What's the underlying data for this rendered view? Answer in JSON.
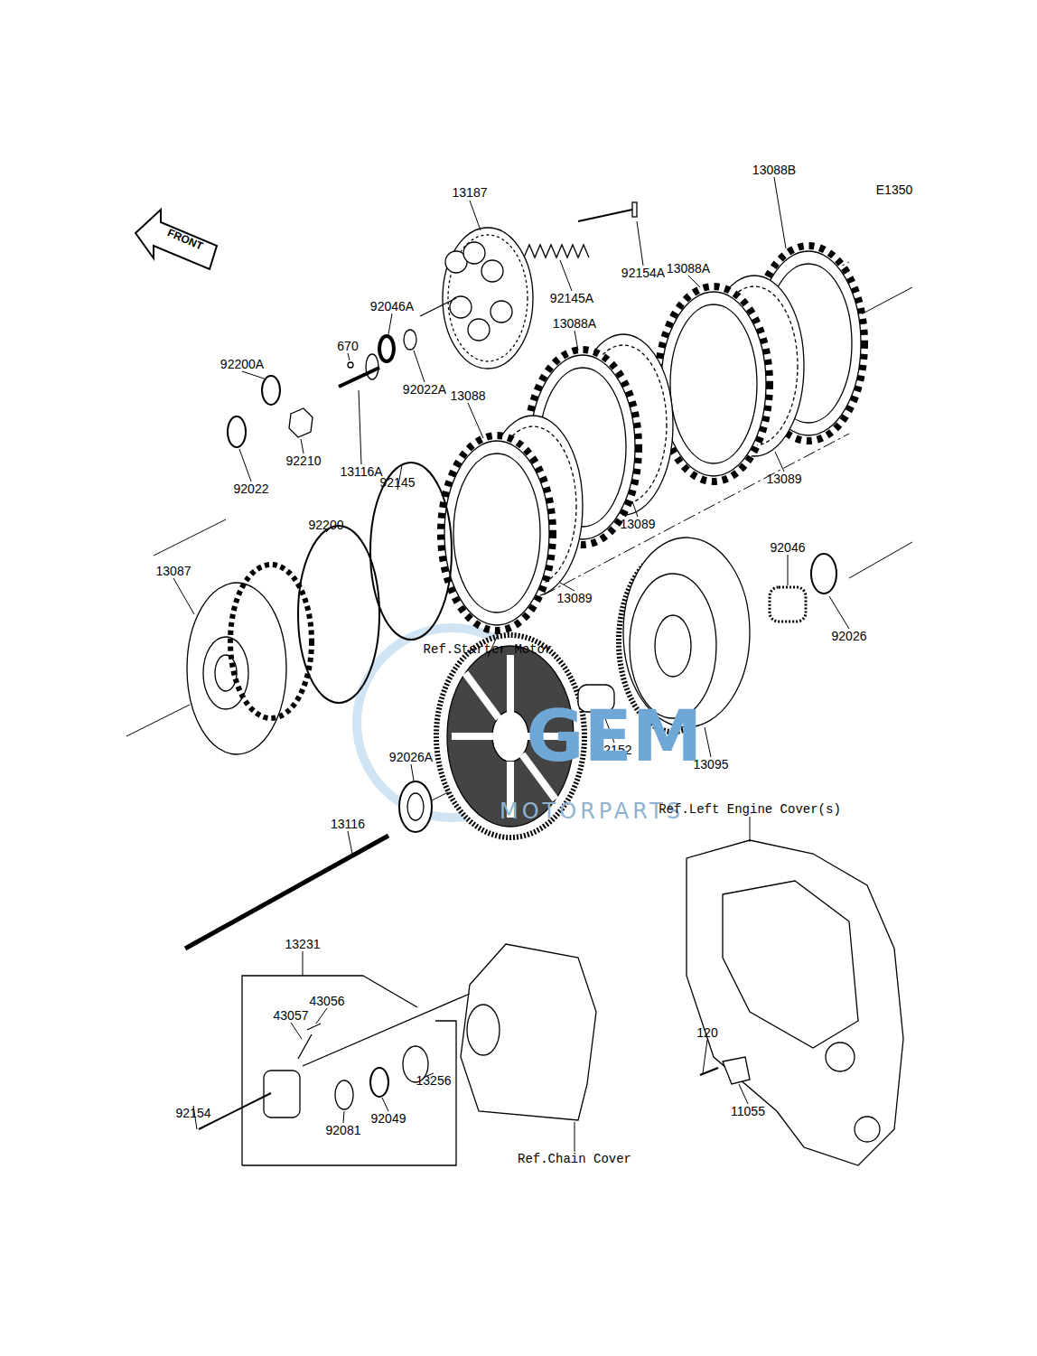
{
  "diagram": {
    "labels": [
      "E1350",
      "FRONT",
      "13187",
      "92154A",
      "13088B",
      "92145A",
      "92046A",
      "13088A",
      "670",
      "92200A",
      "92022A",
      "13088A",
      "13116A",
      "92210",
      "92022",
      "13088",
      "13089",
      "92145",
      "13089",
      "92200",
      "92046",
      "13089",
      "13087",
      "Ref.Starter Motor",
      "92026",
      "92152",
      "92026A",
      "13095",
      "GEM",
      "MOTORPARTS",
      "Ref.Left Engine Cover(s)",
      "13116",
      "13231",
      "43056",
      "43057",
      "13256",
      "92049",
      "92081",
      "92154",
      "120",
      "11055",
      "Ref.Chain Cover"
    ]
  }
}
